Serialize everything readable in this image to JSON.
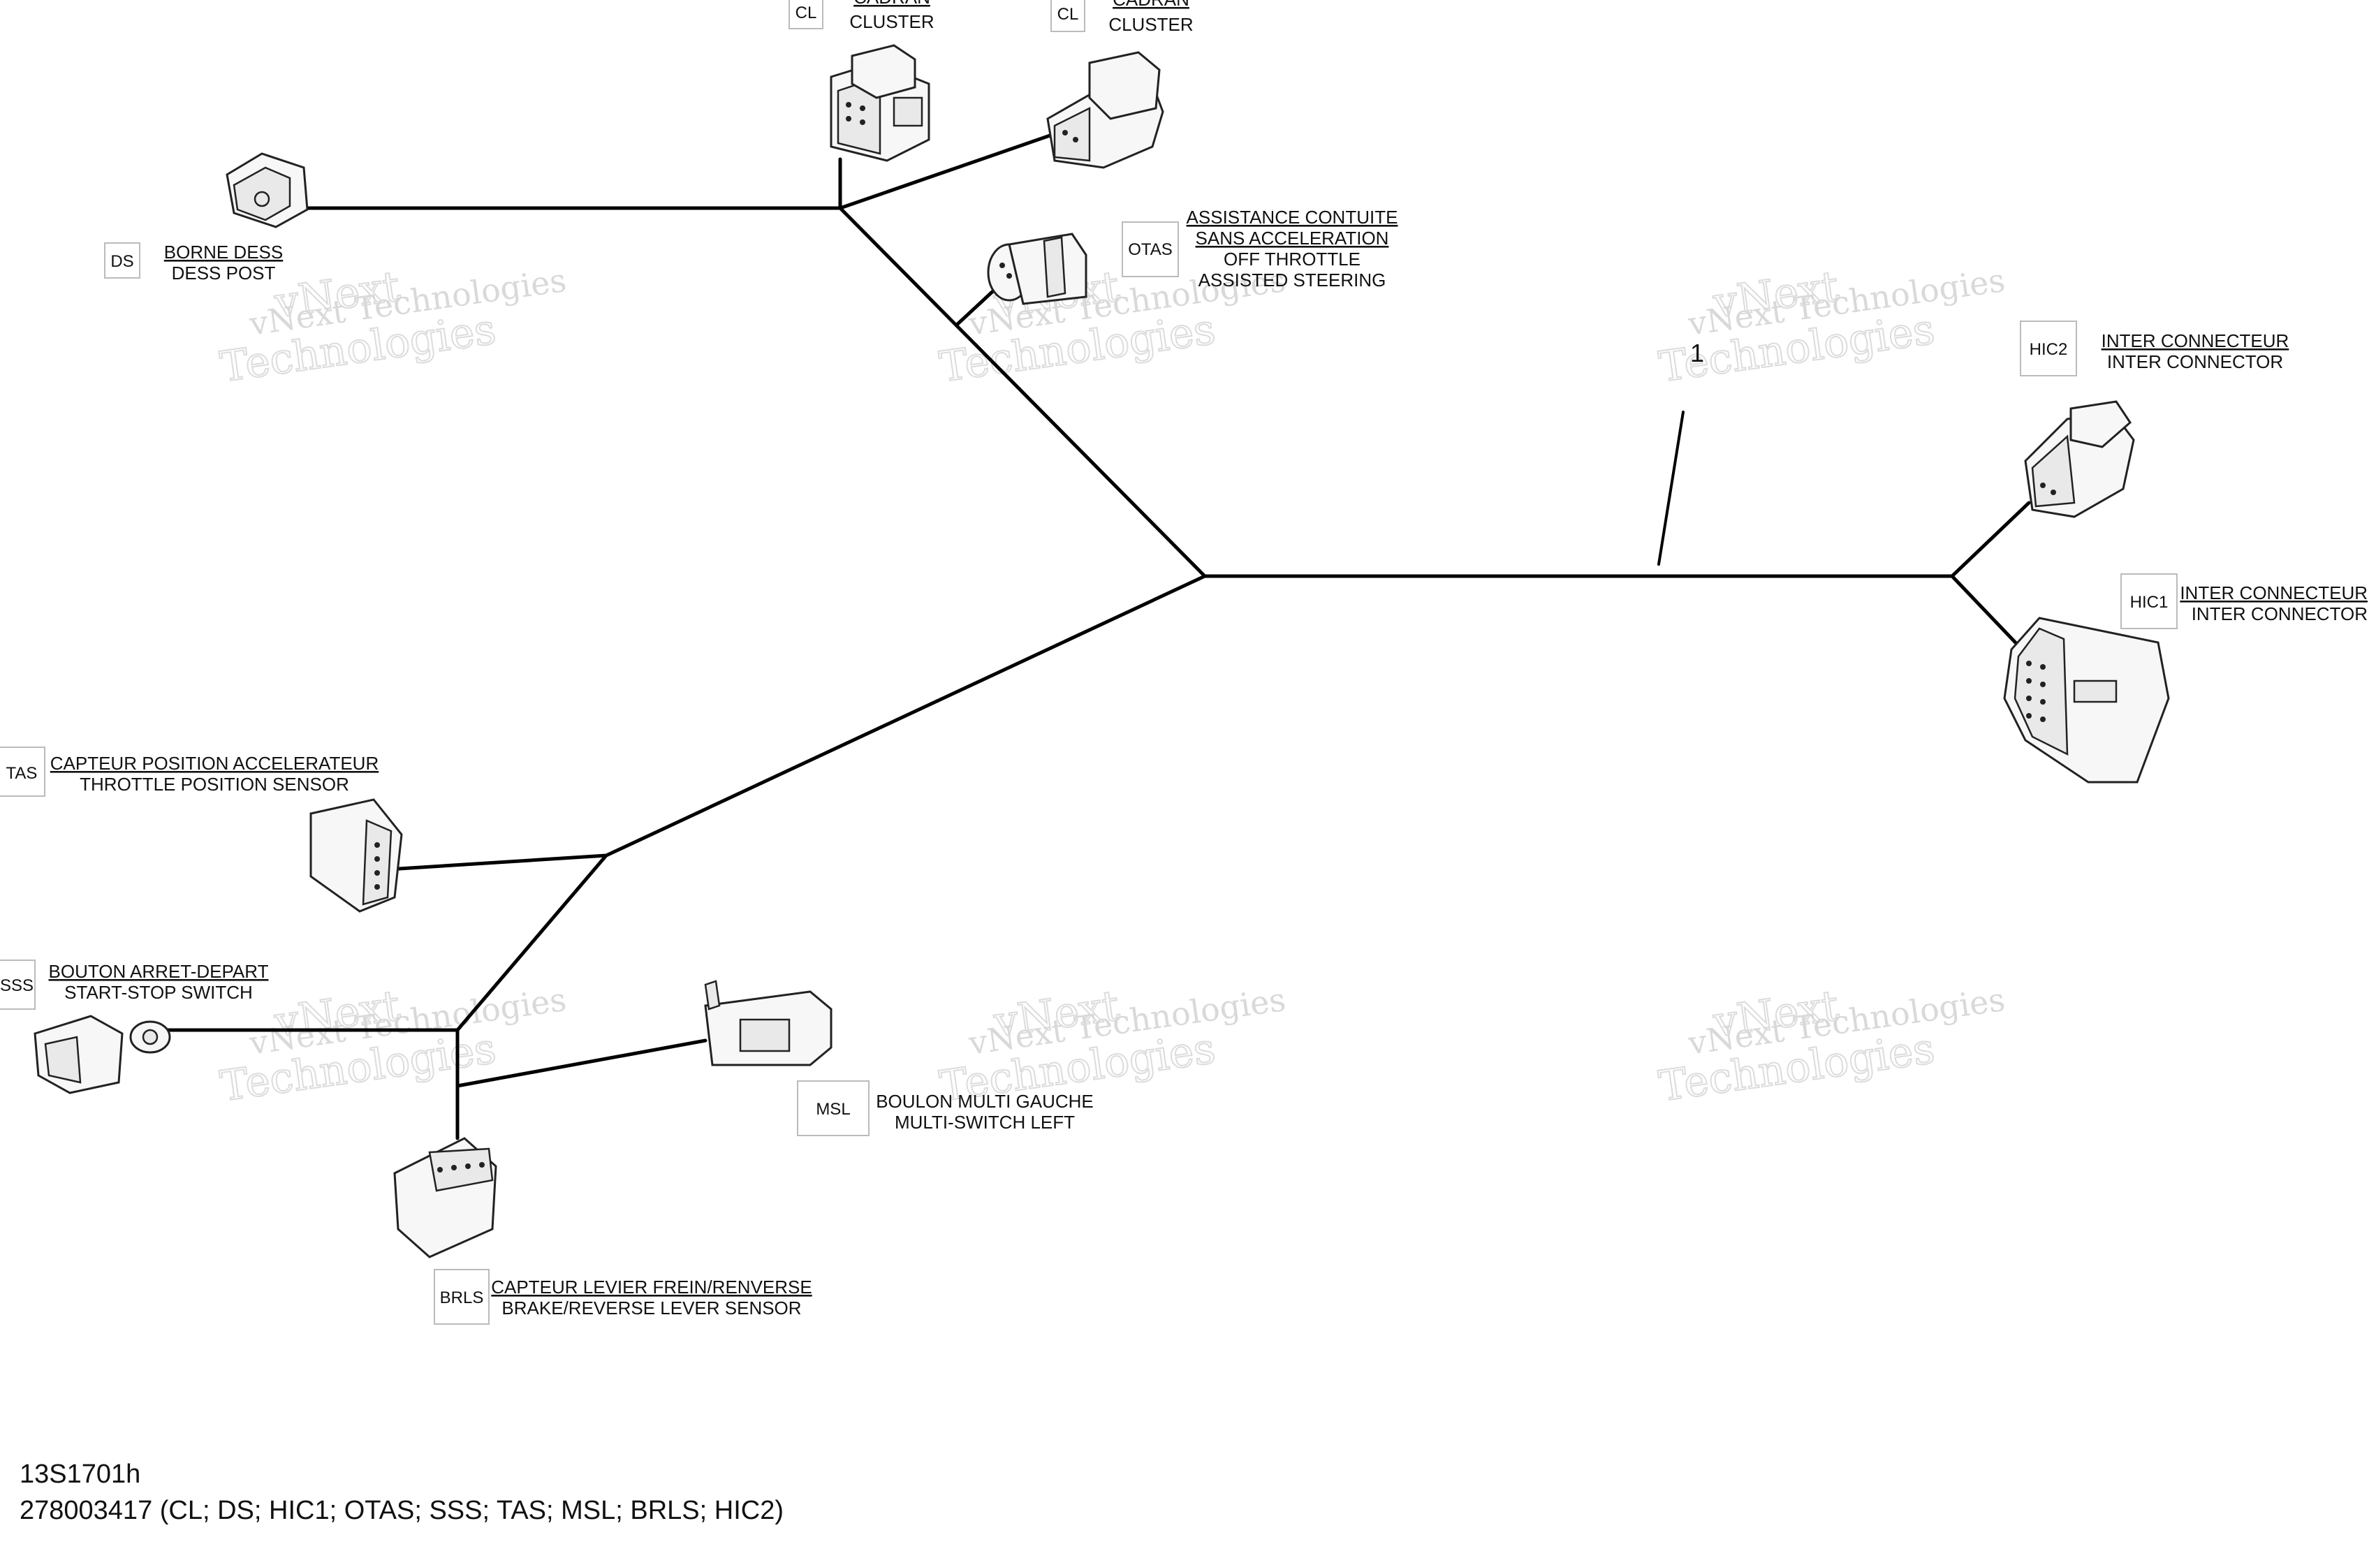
{
  "watermark": {
    "line1": "vNext Technologies",
    "line2": "Technologies",
    "small": "vNext"
  },
  "callout_number": "1",
  "connectors": {
    "cl_left": {
      "code": "CL",
      "fr": "CADRAN",
      "en": "CLUSTER"
    },
    "cl_right": {
      "code": "CL",
      "fr": "CADRAN",
      "en": "CLUSTER"
    },
    "ds": {
      "code": "DS",
      "fr": "BORNE DESS",
      "en": "DESS POST"
    },
    "otas": {
      "code": "OTAS",
      "fr1": "ASSISTANCE CONTUITE",
      "fr2": "SANS ACCELERATION",
      "en1": "OFF THROTTLE",
      "en2": "ASSISTED STEERING"
    },
    "hic2": {
      "code": "HIC2",
      "fr": "INTER CONNECTEUR",
      "en": "INTER CONNECTOR"
    },
    "hic1": {
      "code": "HIC1",
      "fr": "INTER CONNECTEUR",
      "en": "INTER CONNECTOR"
    },
    "tas": {
      "code": "TAS",
      "fr": "CAPTEUR POSITION ACCELERATEUR",
      "en": "THROTTLE POSITION SENSOR"
    },
    "sss": {
      "code": "SSS",
      "fr": "BOUTON ARRET-DEPART",
      "en": "START-STOP SWITCH"
    },
    "msl": {
      "code": "MSL",
      "fr": "BOULON MULTI GAUCHE",
      "en": "MULTI-SWITCH LEFT"
    },
    "brls": {
      "code": "BRLS",
      "fr": "CAPTEUR LEVIER FREIN/RENVERSE",
      "en": "BRAKE/REVERSE LEVER SENSOR"
    }
  },
  "footer": {
    "drawing_id": "13S1701h",
    "part_line": "278003417 (CL; DS; HIC1; OTAS; SSS; TAS; MSL; BRLS; HIC2)"
  }
}
